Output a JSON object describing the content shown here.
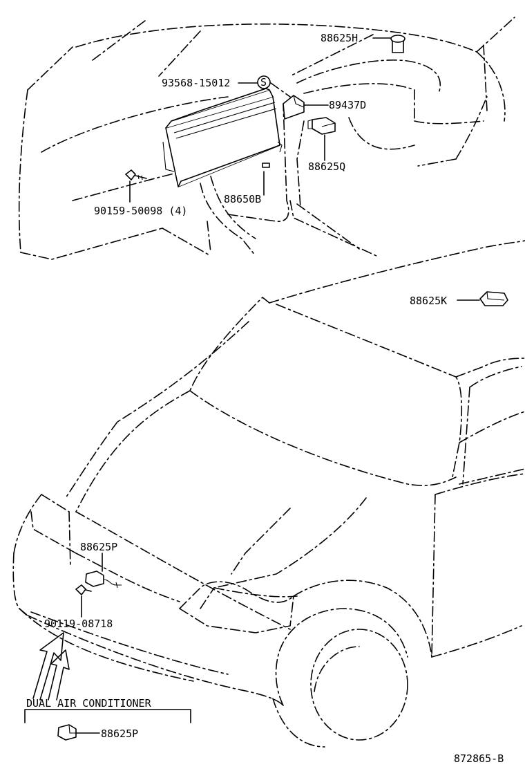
{
  "labels": {
    "p88625H": "88625H",
    "p93568": "93568-15012",
    "s_mark": "S",
    "p89437D": "89437D",
    "p88625Q": "88625Q",
    "p88650B": "88650B",
    "p90159": "90159-50098 (4)",
    "p88625K": "88625K",
    "p88625P_top": "88625P",
    "p90119": "90119-08718",
    "dual_ac": "DUAL AIR CONDITIONER",
    "p88625P_box": "88625P",
    "diagram_id": "872865-B"
  }
}
